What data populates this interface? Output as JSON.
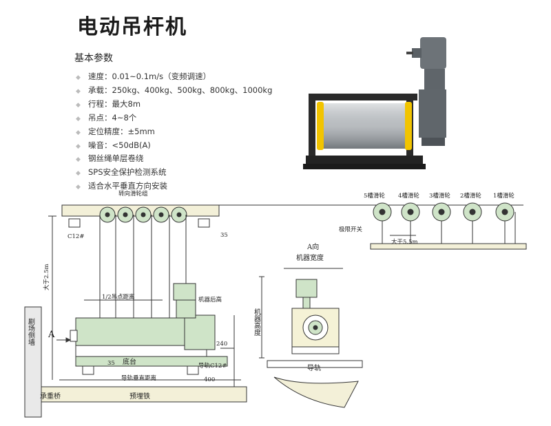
{
  "header": {
    "title": "电动吊杆机"
  },
  "params": {
    "heading": "基本参数",
    "items": [
      "速度：0.01~0.1m/s（变频调速）",
      "承载：250kg、400kg、500kg、800kg、1000kg",
      "行程：最大8m",
      "吊点：4~8个",
      "定位精度：±5mm",
      "噪音：<50dB(A)",
      "钢丝绳单层卷绕",
      "SPS安全保护检测系统",
      "适合水平垂直方向安装"
    ]
  },
  "colors": {
    "machine_green": "#cfe4c8",
    "diagram_stroke": "#333333",
    "photo_yellow": "#f2c400",
    "motor_gray": "#6d7378"
  },
  "icons": {
    "bullet": "diamond-bullet-icon"
  },
  "diagram": {
    "pulley_group": "转向滑轮组",
    "sheaves": [
      "5槽滑轮",
      "4槽滑轮",
      "3槽滑轮",
      "2槽滑轮",
      "1槽滑轮"
    ],
    "limit_switch": "极限开关",
    "sheave_gap": "大于5.5m",
    "c12_top": "C12#",
    "dim_35_top": "35",
    "height_gt": "大于2.5m",
    "hoist_spacing": "1/2吊点距离",
    "machine_rear": "机器后高",
    "arrow_a": "A",
    "stage_wall": "剧场侧墙",
    "dim_35": "35",
    "base": "底台",
    "dim_240": "240",
    "rail_c12": "导轨C12#",
    "rail_spacing": "导轨垂直距离",
    "dim_400": "400",
    "bridge": "承重桥",
    "embedded": "预埋铁",
    "view_a": "A向",
    "machine_width": "机器宽度",
    "machine_height": "机器高度",
    "rail": "导轨"
  }
}
